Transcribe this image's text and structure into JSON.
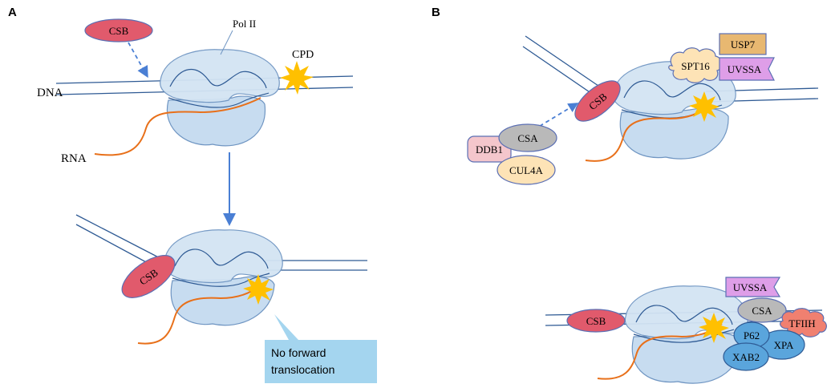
{
  "panels": {
    "a": {
      "letter": "A"
    },
    "b": {
      "letter": "B"
    }
  },
  "labels": {
    "csb": "CSB",
    "pol2": "Pol II",
    "cpd": "CPD",
    "dna": "DNA",
    "rna": "RNA",
    "callout_line1": "No forward",
    "callout_line2": "translocation",
    "spt16": "SPT16",
    "usp7": "USP7",
    "uvssa": "UVSSA",
    "ddb1": "DDB1",
    "csa": "CSA",
    "cul4a": "CUL4A",
    "tfiih": "TFIIH",
    "p62": "P62",
    "xpa": "XPA",
    "xab2": "XAB2"
  },
  "colors": {
    "dna": "#2e5a94",
    "rna": "#e8701a",
    "pol2_fill": "#c7dcf0",
    "pol2_stroke": "#6f95c2",
    "csb_fill": "#e15a6c",
    "lesion": "#ffc000",
    "arrow": "#4a7fd4",
    "callout": "#9fd3ee"
  },
  "icons": {
    "lesion": "starburst-icon",
    "arrow": "arrow-down-icon"
  }
}
